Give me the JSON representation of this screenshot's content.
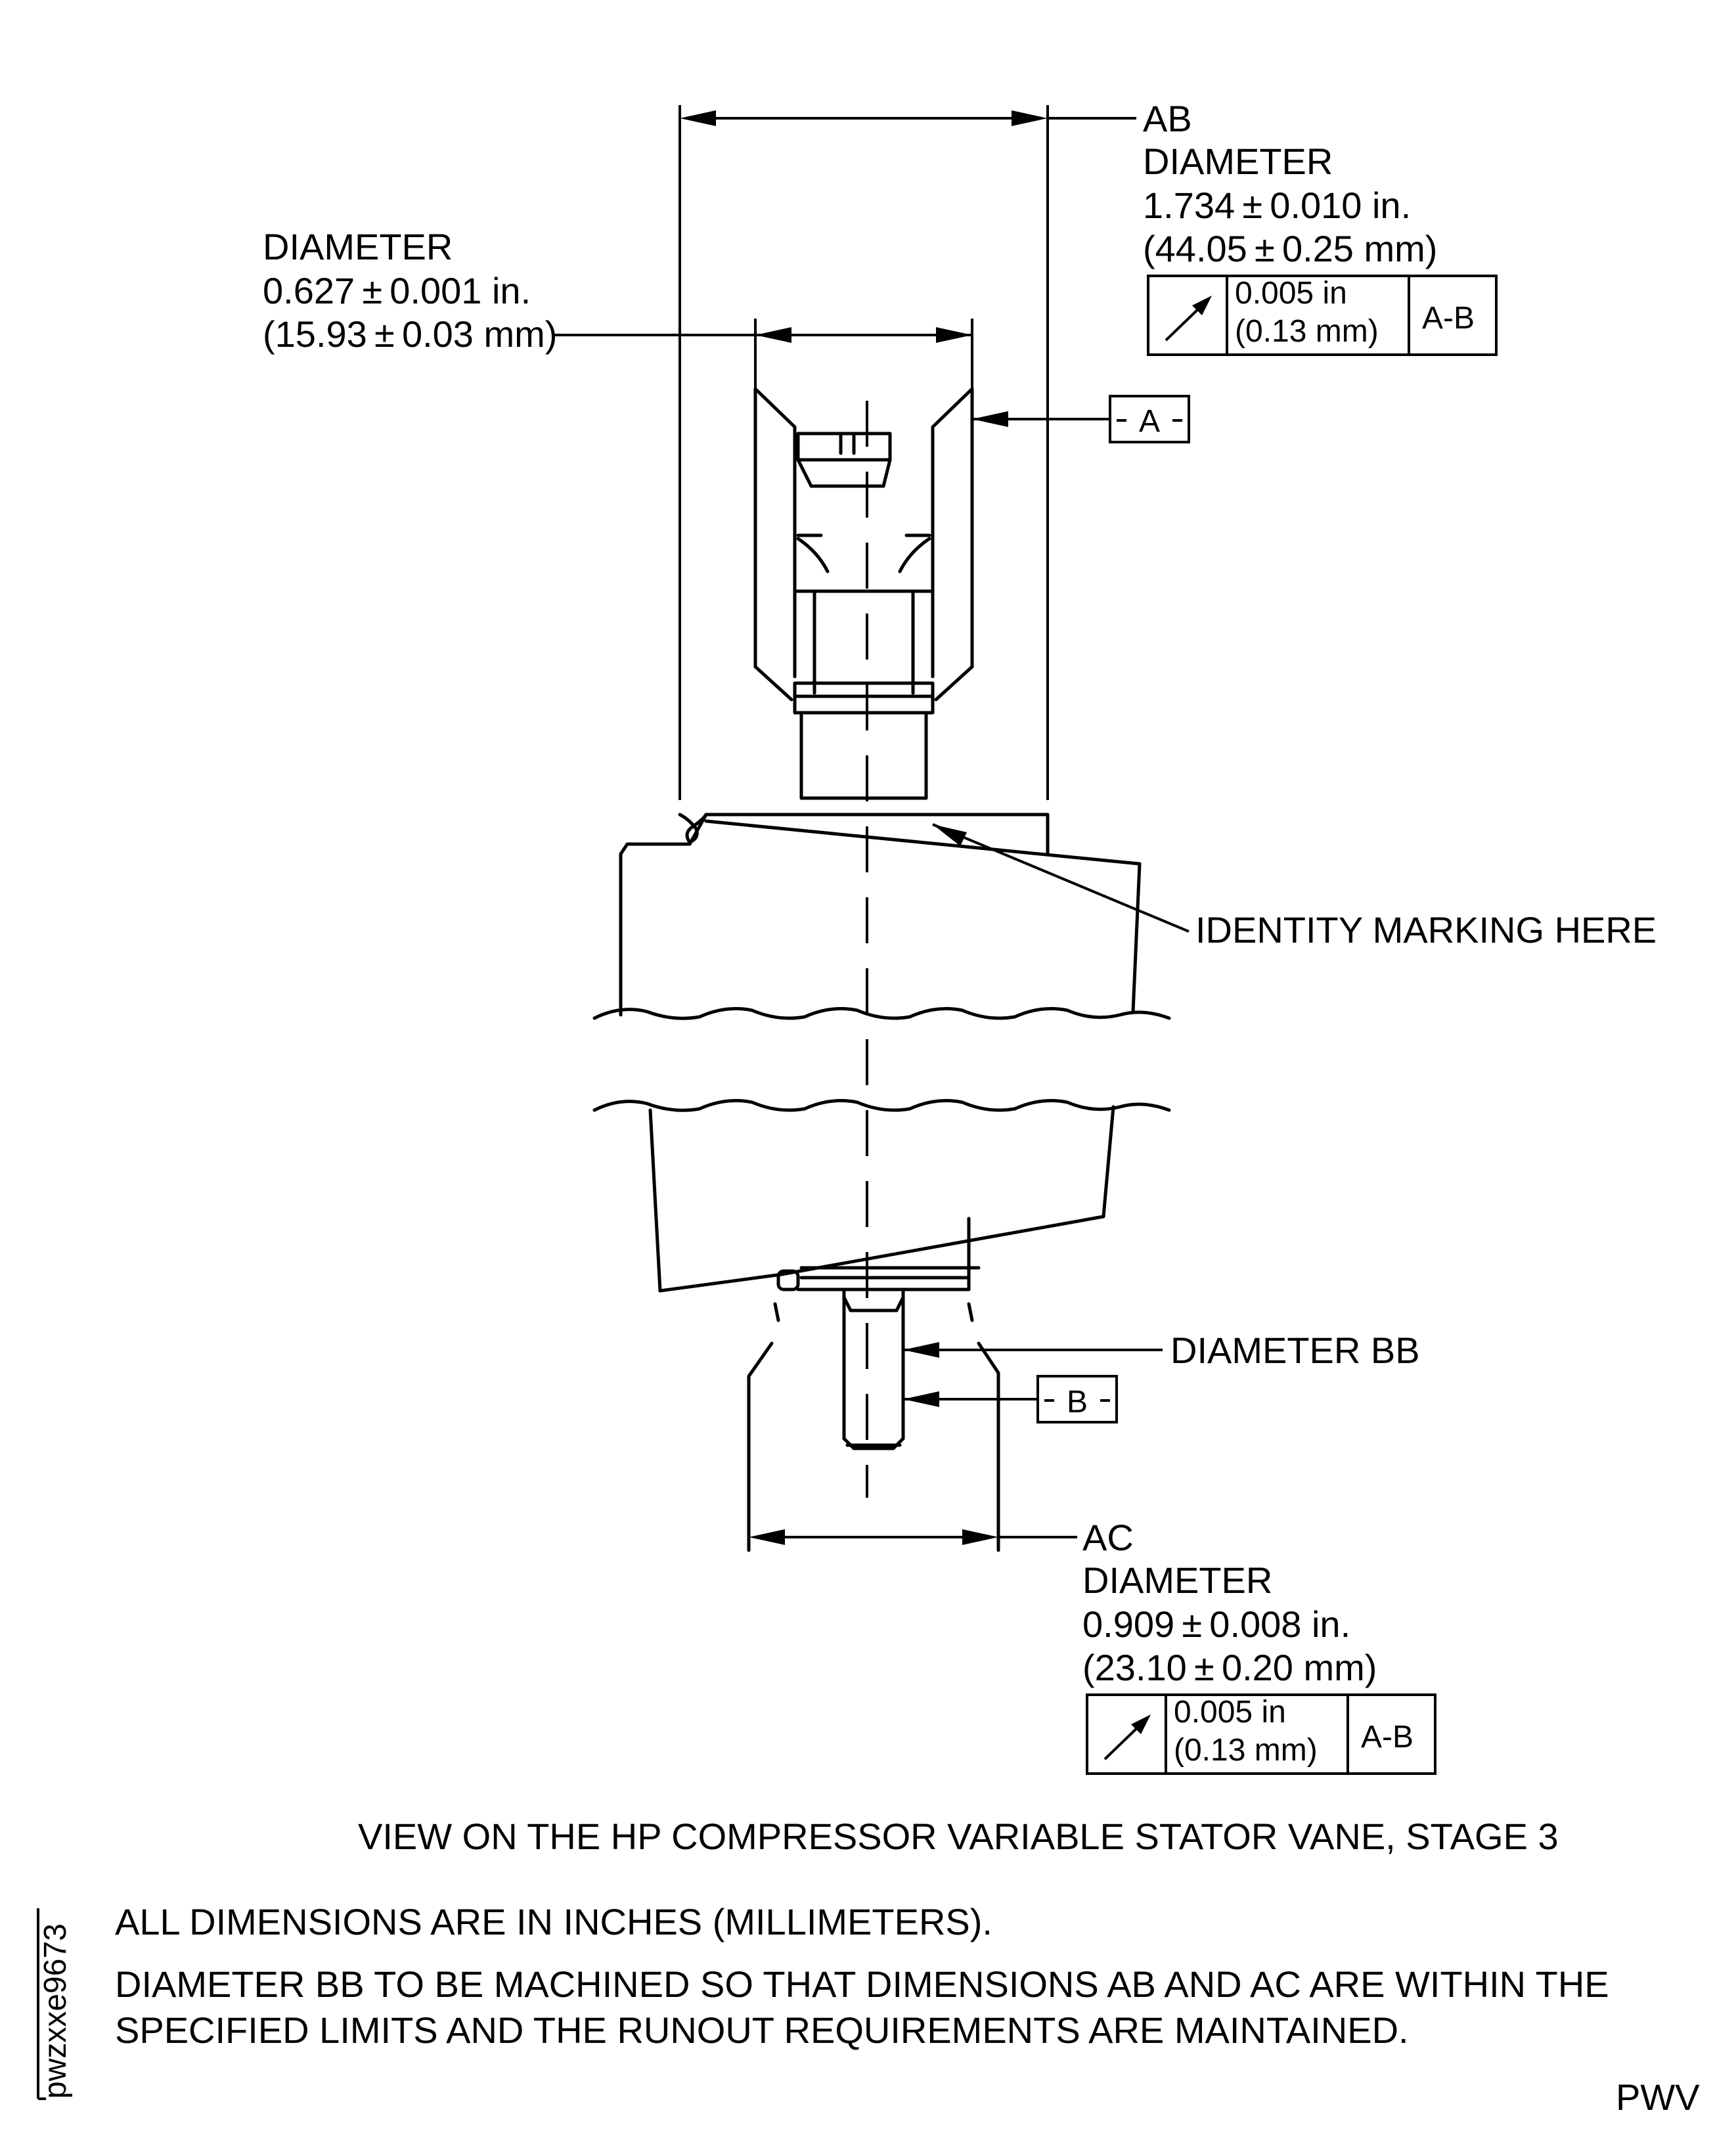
{
  "dim_ab": {
    "label": "AB",
    "name": "DIAMETER",
    "value_in": "1.734 ± 0.010 in.",
    "value_mm": "(44.05 ± 0.25 mm)",
    "fcf_tol_in": "0.005 in",
    "fcf_tol_mm": "(0.13 mm)",
    "fcf_datum": "A-B"
  },
  "dim_pin": {
    "name": "DIAMETER",
    "value_in": "0.627 ± 0.001 in.",
    "value_mm": "(15.93 ± 0.03 mm)"
  },
  "datum_a": "A",
  "datum_b": "B",
  "identity_marking": "IDENTITY MARKING HERE",
  "diameter_bb": "DIAMETER BB",
  "dim_ac": {
    "label": "AC",
    "name": "DIAMETER",
    "value_in": "0.909 ± 0.008 in.",
    "value_mm": "(23.10 ± 0.20 mm)",
    "fcf_tol_in": "0.005 in",
    "fcf_tol_mm": "(0.13 mm)",
    "fcf_datum": "A-B"
  },
  "view_title": "VIEW ON THE HP COMPRESSOR VARIABLE STATOR VANE, STAGE 3",
  "notes": [
    "ALL DIMENSIONS ARE IN INCHES (MILLIMETERS).",
    "DIAMETER BB TO BE MACHINED SO THAT DIMENSIONS AB AND AC ARE WITHIN THE",
    "SPECIFIED LIMITS AND THE RUNOUT REQUIREMENTS ARE MAINTAINED."
  ],
  "figure_id": "pwzxxe9673",
  "corner_code": "PWV"
}
